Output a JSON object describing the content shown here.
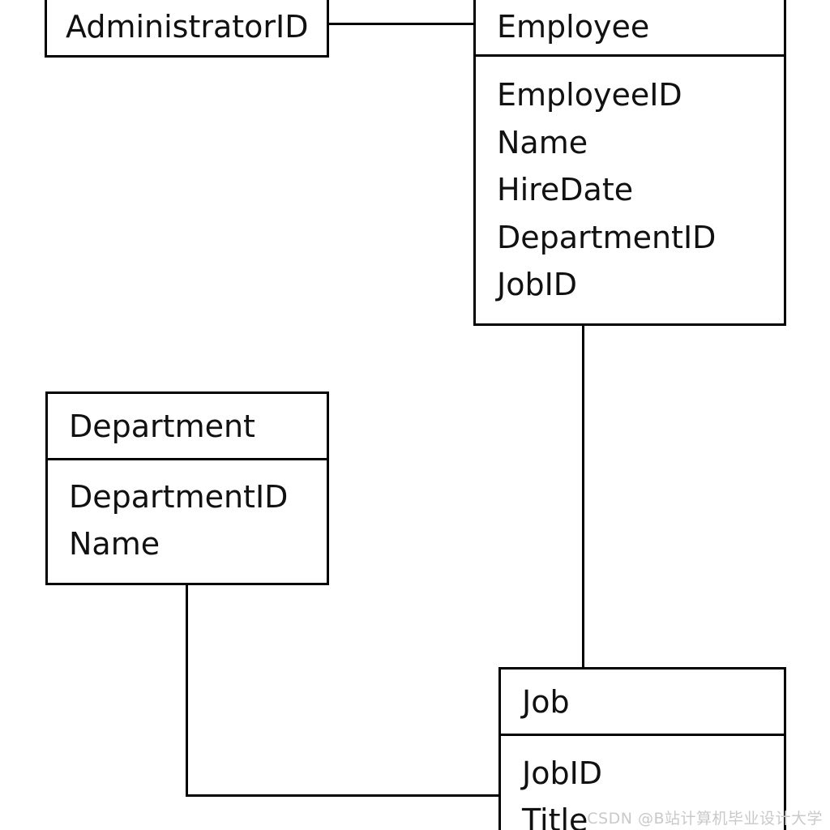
{
  "diagram_type": "entity-relationship",
  "colors": {
    "background": "#ffffff",
    "border": "#000000",
    "text": "#111111",
    "watermark": "#c9c9c9"
  },
  "entities": {
    "administrator": {
      "title": "AdministratorID",
      "fields": []
    },
    "employee": {
      "title": "Employee",
      "fields": [
        "EmployeeID",
        "Name",
        "HireDate",
        "DepartmentID",
        "JobID"
      ]
    },
    "department": {
      "title": "Department",
      "fields": [
        "DepartmentID",
        "Name"
      ]
    },
    "job": {
      "title": "Job",
      "fields": [
        "JobID",
        "Title"
      ]
    }
  },
  "connections": [
    {
      "from": "AdministratorID",
      "to": "Employee",
      "shape": "horizontal-line"
    },
    {
      "from": "Employee",
      "to": "Job",
      "shape": "vertical-line"
    },
    {
      "from": "Department",
      "to": "Job",
      "shape": "elbow-line"
    }
  ],
  "watermark": {
    "text": "CSDN @B站计算机毕业设计大学"
  }
}
